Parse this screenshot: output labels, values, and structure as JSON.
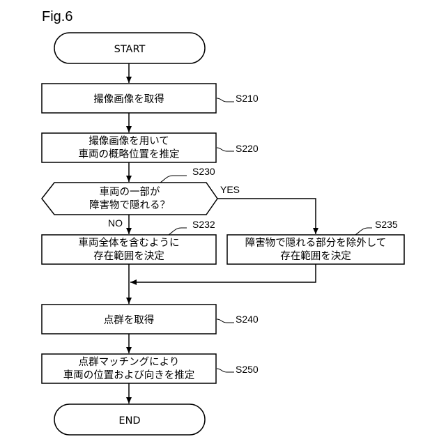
{
  "figure": {
    "title": "Fig.6"
  },
  "nodes": {
    "start": {
      "text": "START"
    },
    "s210": {
      "lines": [
        "撮像画像を取得"
      ],
      "step": "S210"
    },
    "s220": {
      "lines": [
        "撮像画像を用いて",
        "車両の概略位置を推定"
      ],
      "step": "S220"
    },
    "s230": {
      "lines": [
        "車両の一部が",
        "障害物で隠れる？"
      ],
      "step": "S230"
    },
    "s232": {
      "lines": [
        "車両全体を含むように",
        "存在範囲を決定"
      ],
      "step": "S232"
    },
    "s235": {
      "lines": [
        "障害物で隠れる部分を除外して",
        "存在範囲を決定"
      ],
      "step": "S235"
    },
    "s240": {
      "lines": [
        "点群を取得"
      ],
      "step": "S240"
    },
    "s250": {
      "lines": [
        "点群マッチングにより",
        "車両の位置および向きを推定"
      ],
      "step": "S250"
    },
    "end": {
      "text": "END"
    }
  },
  "branches": {
    "yes": "YES",
    "no": "NO"
  }
}
